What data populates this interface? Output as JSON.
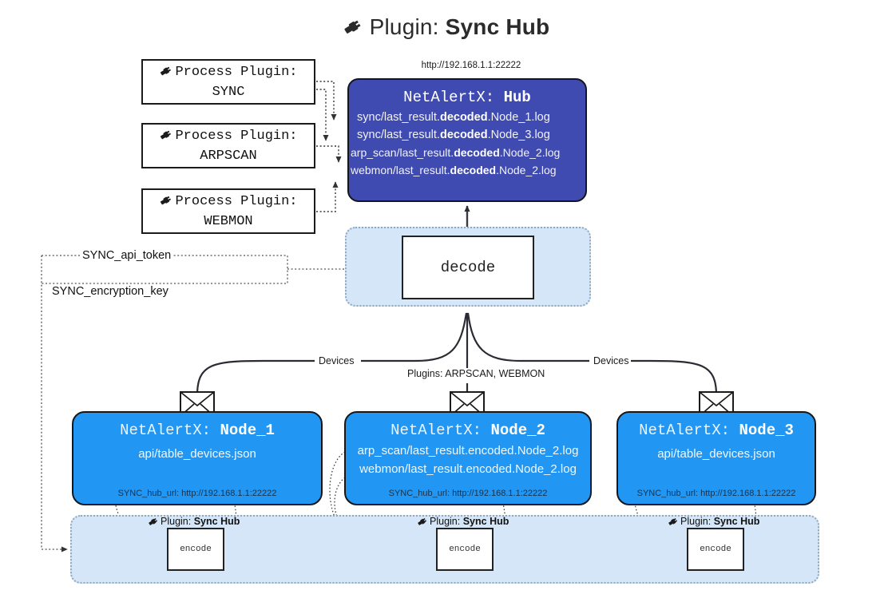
{
  "page": {
    "title_prefix": "Plugin:",
    "title_name": "Sync Hub",
    "plug_icon": "plug-icon"
  },
  "hub": {
    "url": "http://192.168.1.1:22222",
    "title_prefix": "NetAlertX:",
    "title_name": "Hub",
    "logs": [
      {
        "pre": "sync/last_result.",
        "em": "decoded",
        "post": ".Node_1.log"
      },
      {
        "pre": "sync/last_result.",
        "em": "decoded",
        "post": ".Node_3.log"
      },
      {
        "pre": "arp_scan/last_result.",
        "em": "decoded",
        "post": ".Node_2.log"
      },
      {
        "pre": "webmon/last_result.",
        "em": "decoded",
        "post": ".Node_2.log"
      }
    ]
  },
  "process_plugins": {
    "label": "Process Plugin:",
    "items": [
      {
        "name": "SYNC"
      },
      {
        "name": "ARPSCAN"
      },
      {
        "name": "WEBMON"
      }
    ]
  },
  "decode": {
    "label": "decode"
  },
  "tokens": [
    {
      "label": "SYNC_api_token"
    },
    {
      "label": "SYNC_encryption_key"
    }
  ],
  "wire_labels": {
    "devices_left": "Devices",
    "plugins_mid": "Plugins: ARPSCAN, WEBMON",
    "devices_right": "Devices"
  },
  "nodes": [
    {
      "title_prefix": "NetAlertX:",
      "title_name": "Node_1",
      "lines": [
        "api/table_devices.json"
      ],
      "hub_url_label": "SYNC_hub_url: http://192.168.1.1:22222",
      "envelope_icon": "envelope-icon"
    },
    {
      "title_prefix": "NetAlertX:",
      "title_name": "Node_2",
      "lines": [
        "arp_scan/last_result.encoded.Node_2.log",
        "webmon/last_result.encoded.Node_2.log"
      ],
      "hub_url_label": "SYNC_hub_url: http://192.168.1.1:22222",
      "envelope_icon": "envelope-icon"
    },
    {
      "title_prefix": "NetAlertX:",
      "title_name": "Node_3",
      "lines": [
        "api/table_devices.json"
      ],
      "hub_url_label": "SYNC_hub_url: http://192.168.1.1:22222",
      "envelope_icon": "envelope-icon"
    }
  ],
  "encoders": [
    {
      "plugin_prefix": "Plugin:",
      "plugin_name": "Sync Hub",
      "box_label": "encode"
    },
    {
      "plugin_prefix": "Plugin:",
      "plugin_name": "Sync Hub",
      "box_label": "encode"
    },
    {
      "plugin_prefix": "Plugin:",
      "plugin_name": "Sync Hub",
      "box_label": "encode"
    }
  ],
  "colors": {
    "hub": "#3f4bb0",
    "node": "#2196f3",
    "panel": "#d4e6f8",
    "stroke": "#1b1b1b",
    "text": "#1a1a1a"
  }
}
